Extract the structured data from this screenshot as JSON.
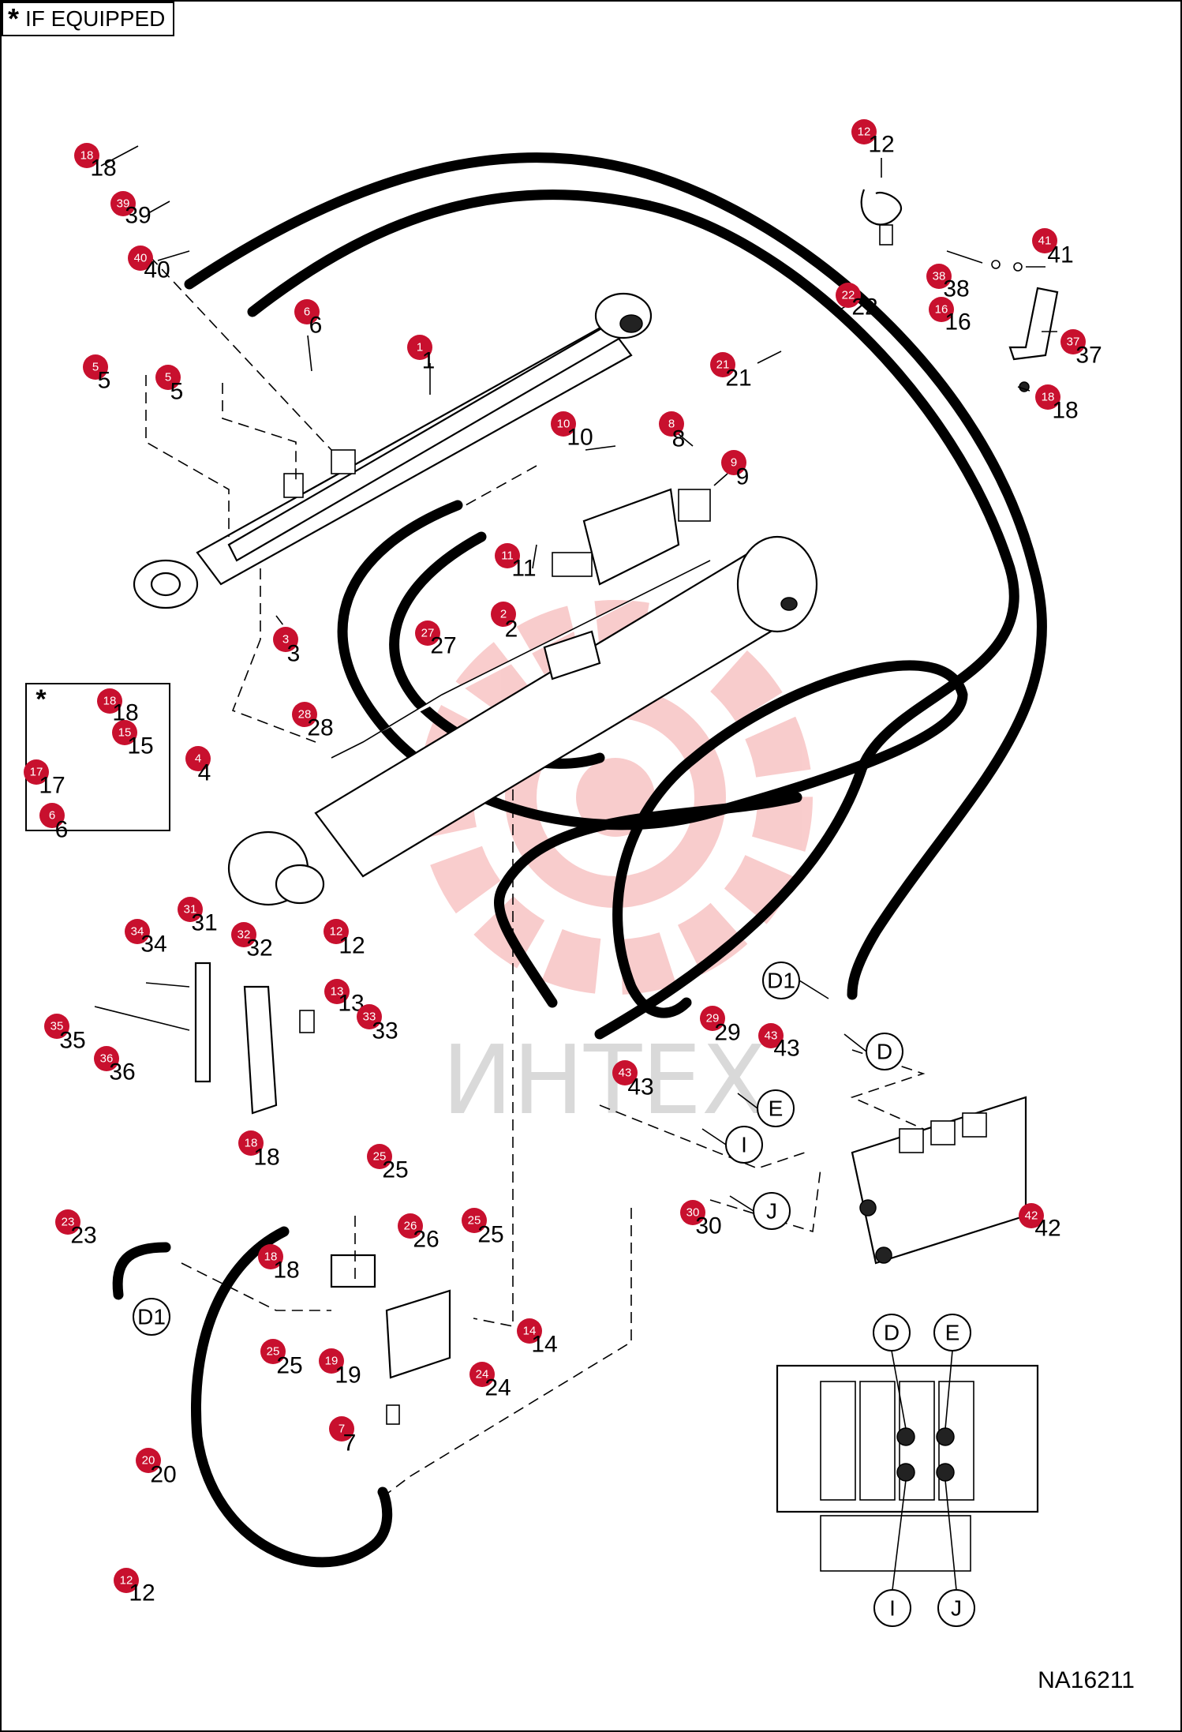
{
  "header": {
    "star": "*",
    "note": "IF EQUIPPED"
  },
  "footer": {
    "drawing_number": "NA16211"
  },
  "watermark": {
    "text": "ИНТЕХ",
    "color": "#f4a4a4"
  },
  "colors": {
    "badge": "#c8102e"
  },
  "callouts": [
    {
      "n": "18"
    },
    {
      "n": "39"
    },
    {
      "n": "40"
    },
    {
      "n": "5"
    },
    {
      "n": "5"
    },
    {
      "n": "6"
    },
    {
      "n": "1"
    },
    {
      "n": "12"
    },
    {
      "n": "22"
    },
    {
      "n": "21"
    },
    {
      "n": "38"
    },
    {
      "n": "16"
    },
    {
      "n": "41"
    },
    {
      "n": "37"
    },
    {
      "n": "18"
    },
    {
      "n": "10"
    },
    {
      "n": "8"
    },
    {
      "n": "9"
    },
    {
      "n": "11"
    },
    {
      "n": "3"
    },
    {
      "n": "2"
    },
    {
      "n": "27"
    },
    {
      "n": "28"
    },
    {
      "n": "18"
    },
    {
      "n": "15"
    },
    {
      "n": "17"
    },
    {
      "n": "6"
    },
    {
      "n": "4"
    },
    {
      "n": "31"
    },
    {
      "n": "34"
    },
    {
      "n": "32"
    },
    {
      "n": "12"
    },
    {
      "n": "13"
    },
    {
      "n": "33"
    },
    {
      "n": "35"
    },
    {
      "n": "36"
    },
    {
      "n": "18"
    },
    {
      "n": "29"
    },
    {
      "n": "43"
    },
    {
      "n": "43"
    },
    {
      "n": "30"
    },
    {
      "n": "42"
    },
    {
      "n": "25"
    },
    {
      "n": "23"
    },
    {
      "n": "18"
    },
    {
      "n": "26"
    },
    {
      "n": "25"
    },
    {
      "n": "25"
    },
    {
      "n": "14"
    },
    {
      "n": "19"
    },
    {
      "n": "24"
    },
    {
      "n": "7"
    },
    {
      "n": "20"
    },
    {
      "n": "12"
    }
  ],
  "ports": [
    {
      "label": "D1"
    },
    {
      "label": "D"
    },
    {
      "label": "E"
    },
    {
      "label": "I"
    },
    {
      "label": "J"
    },
    {
      "label": "D1"
    },
    {
      "label": "D"
    },
    {
      "label": "E"
    },
    {
      "label": "I"
    },
    {
      "label": "J"
    }
  ]
}
